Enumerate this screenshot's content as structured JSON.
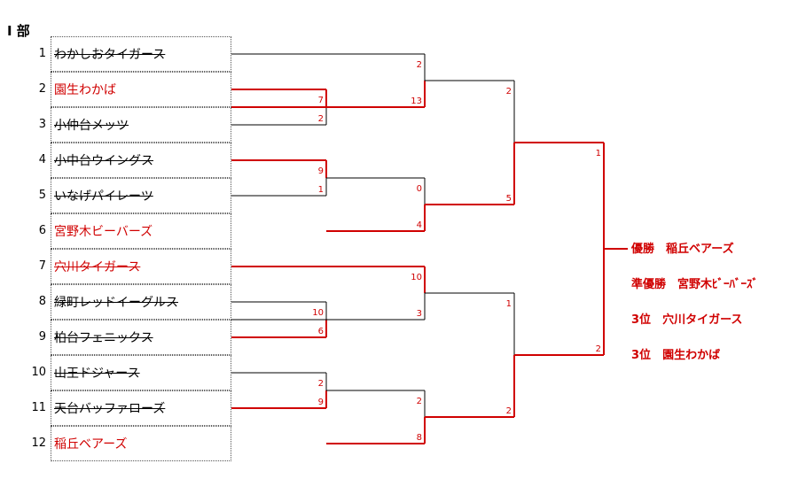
{
  "division": "Ⅰ 部",
  "teams": [
    {
      "seed": "1",
      "name": "わかしおタイガース",
      "color": "#000000",
      "strike": true
    },
    {
      "seed": "2",
      "name": "園生わかば",
      "color": "#d00000",
      "strike": false
    },
    {
      "seed": "3",
      "name": "小仲台メッツ",
      "color": "#000000",
      "strike": true
    },
    {
      "seed": "4",
      "name": "小中台ウイングス",
      "color": "#000000",
      "strike": true
    },
    {
      "seed": "5",
      "name": "いなげパイレーツ",
      "color": "#000000",
      "strike": true
    },
    {
      "seed": "6",
      "name": "宮野木ビーバーズ",
      "color": "#d00000",
      "strike": false
    },
    {
      "seed": "7",
      "name": "穴川タイガース",
      "color": "#d00000",
      "strike": true
    },
    {
      "seed": "8",
      "name": "緑町レッドイーグルス",
      "color": "#000000",
      "strike": true
    },
    {
      "seed": "9",
      "name": "柏台フェニックス",
      "color": "#000000",
      "strike": true
    },
    {
      "seed": "10",
      "name": "山王ドジャース",
      "color": "#000000",
      "strike": true
    },
    {
      "seed": "11",
      "name": "天台バッファローズ",
      "color": "#000000",
      "strike": true
    },
    {
      "seed": "12",
      "name": "稲丘ベアーズ",
      "color": "#d00000",
      "strike": false
    }
  ],
  "matches": [
    {
      "id": "r1a",
      "top_score": "7",
      "bottom_score": "2"
    },
    {
      "id": "r1b",
      "top_score": "9",
      "bottom_score": "1"
    },
    {
      "id": "r1c",
      "top_score": "10",
      "bottom_score": "6"
    },
    {
      "id": "r1d",
      "top_score": "2",
      "bottom_score": "9"
    },
    {
      "id": "r2a",
      "top_score": "2",
      "bottom_score": "13"
    },
    {
      "id": "r2b",
      "top_score": "0",
      "bottom_score": "4"
    },
    {
      "id": "r2c",
      "top_score": "10",
      "bottom_score": "3"
    },
    {
      "id": "r2d",
      "top_score": "2",
      "bottom_score": "8"
    },
    {
      "id": "sf1",
      "top_score": "2",
      "bottom_score": "5"
    },
    {
      "id": "sf2",
      "top_score": "1",
      "bottom_score": "2"
    },
    {
      "id": "final",
      "top_score": "1",
      "bottom_score": "2"
    }
  ],
  "results": [
    {
      "label": "優勝",
      "team": "稲丘ベアーズ"
    },
    {
      "label": "準優勝",
      "team": "宮野木ﾋﾞｰﾊﾞｰｽﾞ"
    },
    {
      "label": "3位",
      "team": "穴川タイガース"
    },
    {
      "label": "3位",
      "team": "園生わかば"
    }
  ],
  "colors": {
    "winner": "#d00000",
    "loser": "#000000"
  }
}
